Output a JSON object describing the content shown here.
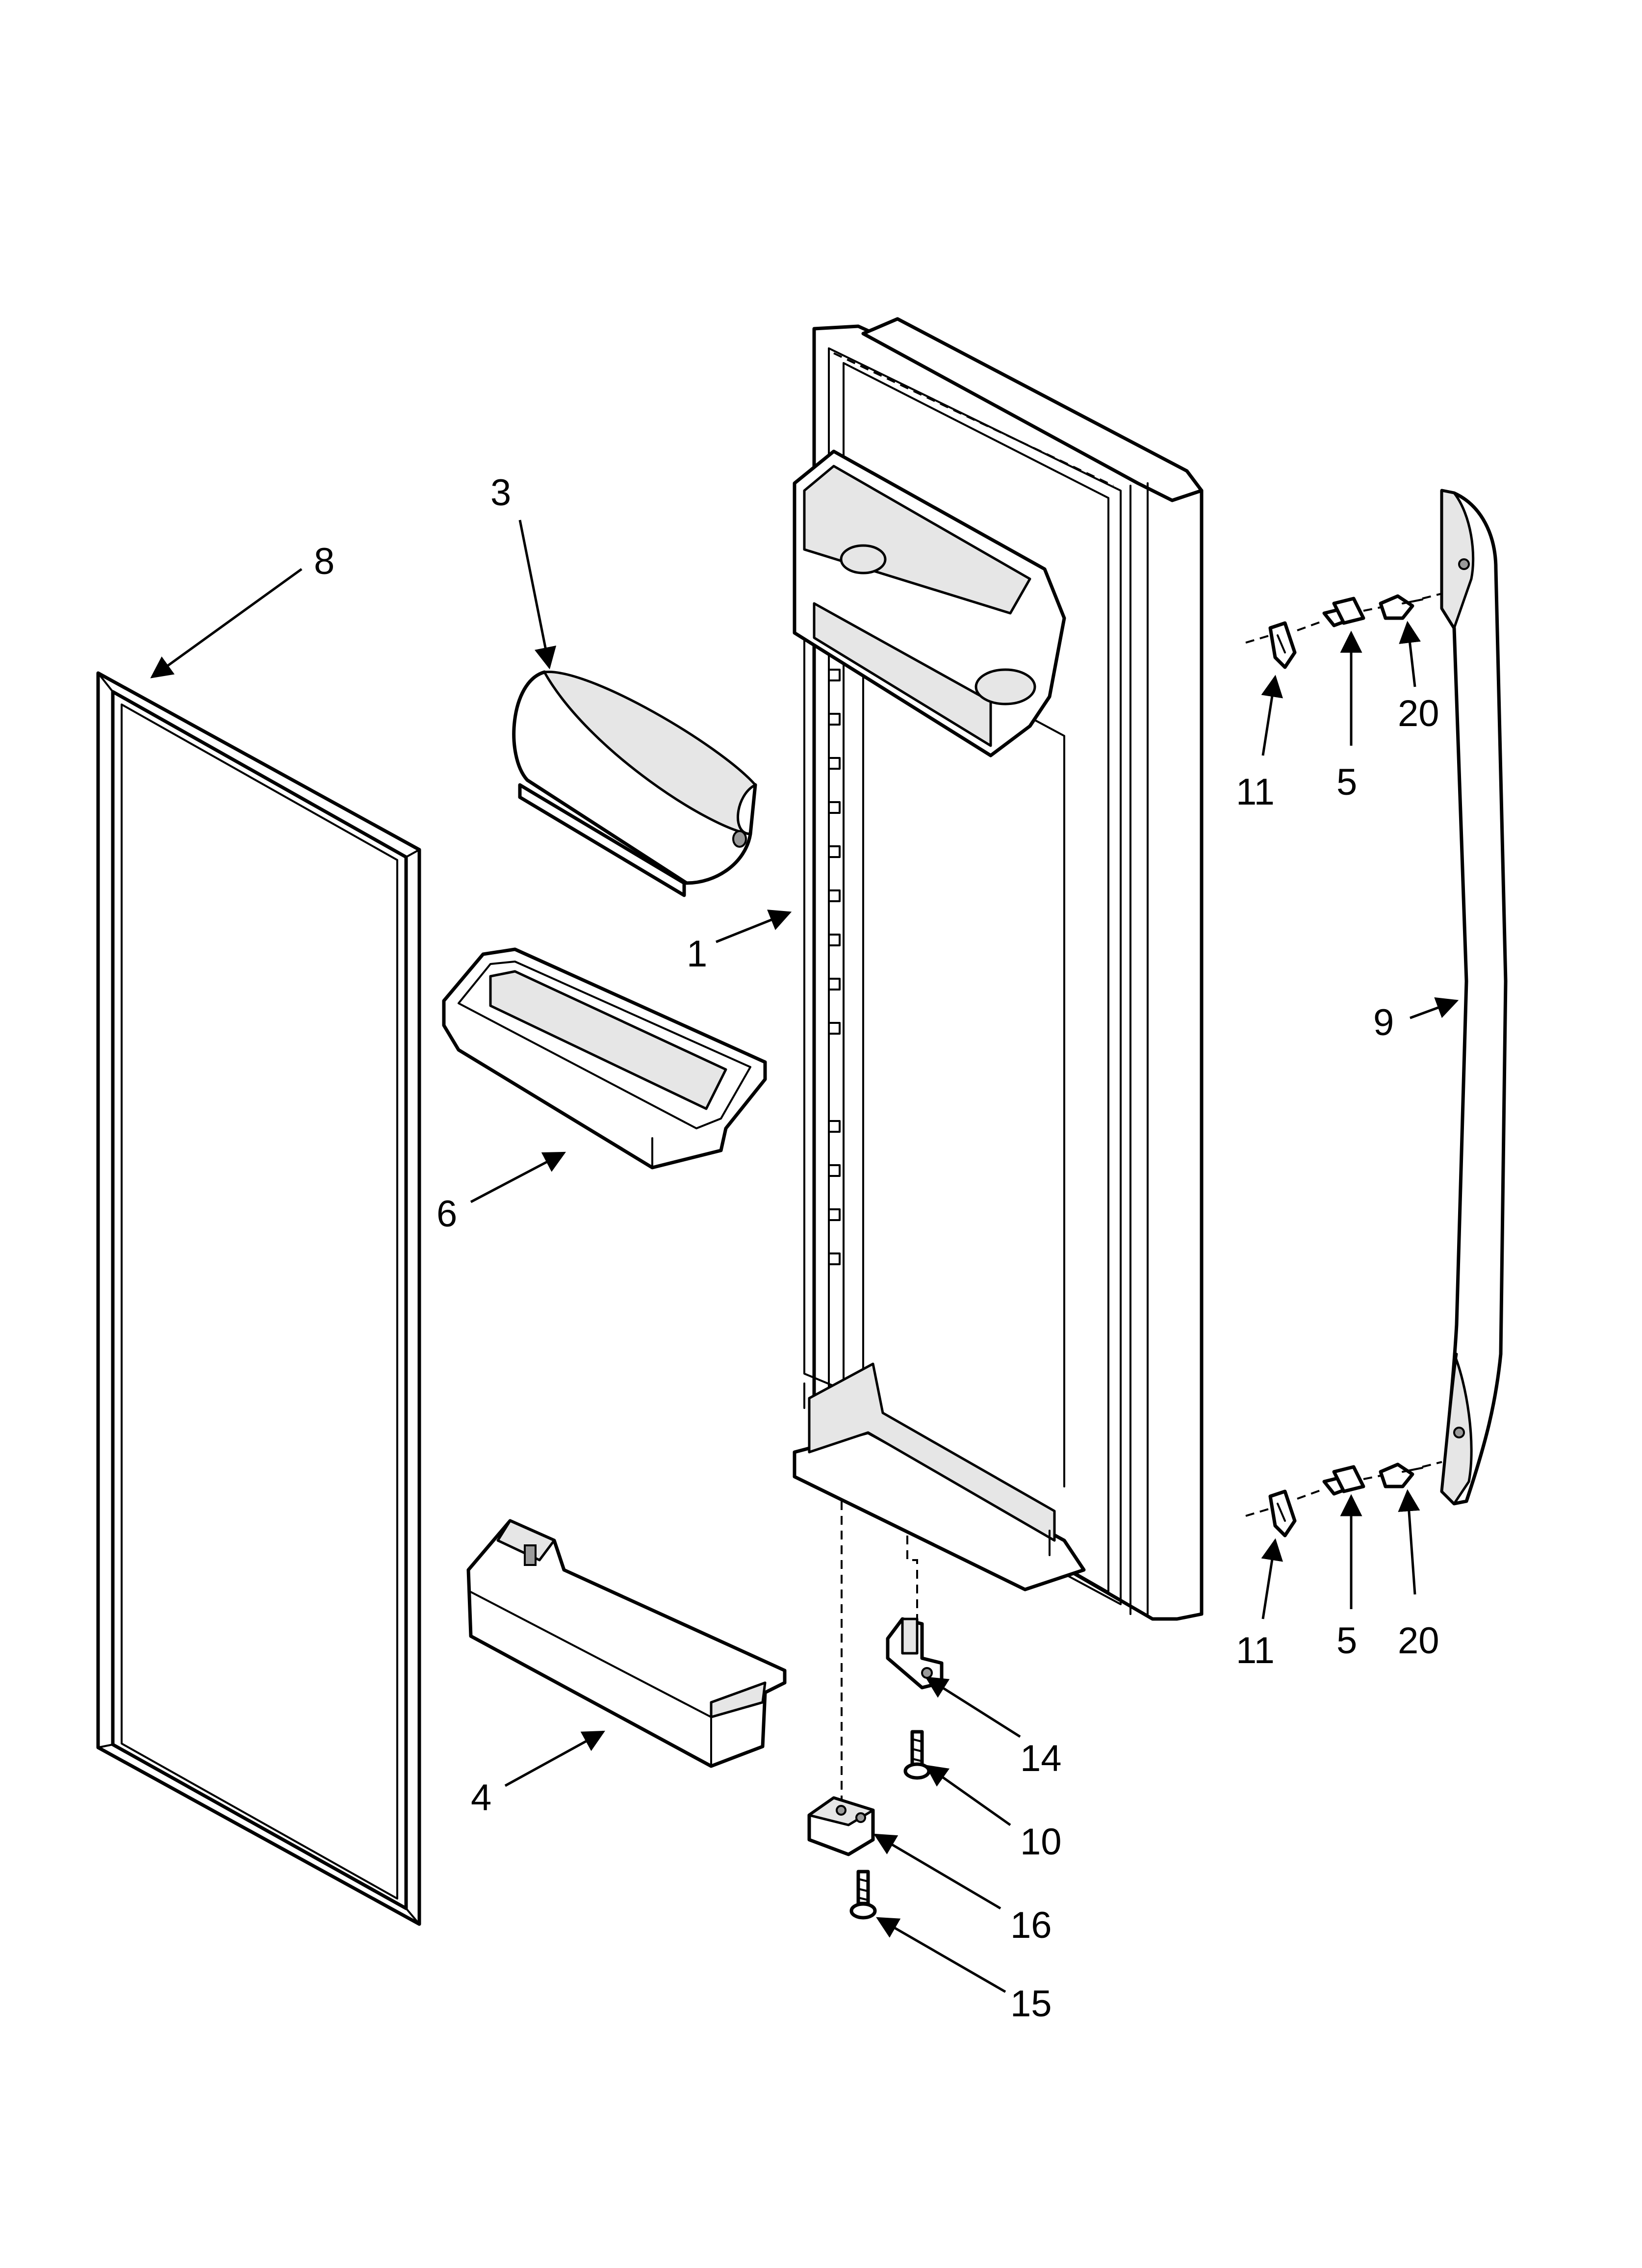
{
  "diagram": {
    "colors": {
      "line": "#000000",
      "background": "#ffffff",
      "fill_light": "#e6e6e6"
    },
    "callouts": [
      {
        "id": "8",
        "label": "8"
      },
      {
        "id": "3",
        "label": "3"
      },
      {
        "id": "1",
        "label": "1"
      },
      {
        "id": "6",
        "label": "6"
      },
      {
        "id": "4",
        "label": "4"
      },
      {
        "id": "14",
        "label": "14"
      },
      {
        "id": "10",
        "label": "10"
      },
      {
        "id": "16",
        "label": "16"
      },
      {
        "id": "15",
        "label": "15"
      },
      {
        "id": "11a",
        "label": "11"
      },
      {
        "id": "5a",
        "label": "5"
      },
      {
        "id": "20a",
        "label": "20"
      },
      {
        "id": "9",
        "label": "9"
      },
      {
        "id": "11b",
        "label": "11"
      },
      {
        "id": "5b",
        "label": "5"
      },
      {
        "id": "20b",
        "label": "20"
      }
    ]
  }
}
